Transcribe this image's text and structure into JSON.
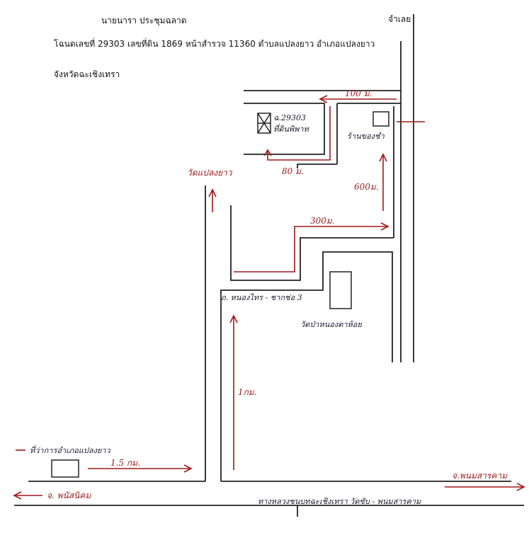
{
  "header": {
    "owner": "นายนารา ประชุมฉลาด",
    "deed_line": "โฉนดเลขที่ 29303  เลขที่ดิน 1869 หน้าสำรวจ 11360  ตำบลแปลงยาว  อำเภอแปลงยาว",
    "province": "จังหวัดฉะเชิงเทรา",
    "defendant": "จำเลย"
  },
  "labels": {
    "dist_100m": "100  ม.",
    "plot": "ฉ.29303",
    "plot_sub": "ที่ดินพิพาท",
    "dist_80m": "80  ม.",
    "shop": "ร้านของชำ",
    "dist_600m": "600ม.",
    "temple_plaeng_yao": "วัดแปลงยาว",
    "dist_300m": "300ม.",
    "road_name": "ถ. หนองไทร - ชากช่อ 3",
    "temple_nong_ta": "วัดป่าหนองตาห้อย",
    "dist_1km": "1กม.",
    "district_office": "ที่ว่าการอำเภอแปลงยาว",
    "dist_1_5km": "1.5  กม.",
    "to_panom_sarakham": "จ.พนมสารคาม",
    "to_phanat_nikhom": "จ. พนัสนิคม",
    "highway": "ทางหลวงชนบทฉะเชิงเทรา วัดซับ - พนมสารคาม"
  }
}
